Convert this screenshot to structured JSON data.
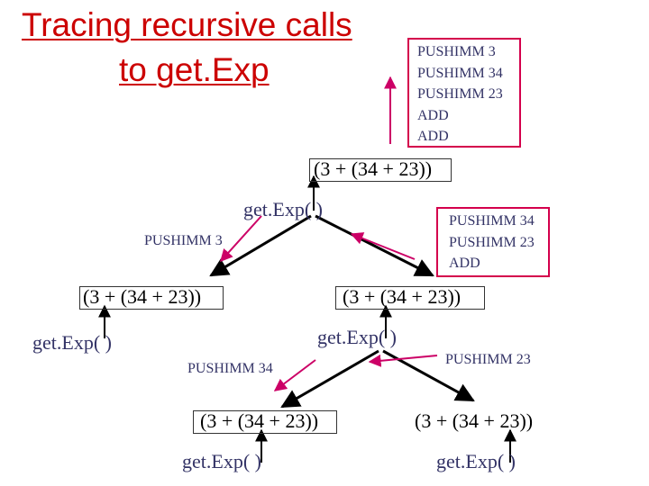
{
  "title": {
    "line1": "Tracing recursive calls",
    "line2": "to get.Exp"
  },
  "expression": "(3 + (34 + 23))",
  "call_label": "get.Exp( )",
  "root_box": {
    "lines": [
      "PUSHIMM 3",
      "PUSHIMM 34",
      "PUSHIMM 23",
      "ADD",
      "ADD"
    ]
  },
  "right_box": {
    "lines": [
      "PUSHIMM 34",
      "PUSHIMM 23",
      "ADD"
    ]
  },
  "edge_labels": {
    "root_left": "PUSHIMM 3",
    "mid_left": "PUSHIMM 34",
    "mid_right": "PUSHIMM 23"
  },
  "colors": {
    "title": "#cc0000",
    "box_border": "#d4004c",
    "arrow": "#cc0066",
    "tree": "#000000",
    "label": "#333366"
  }
}
